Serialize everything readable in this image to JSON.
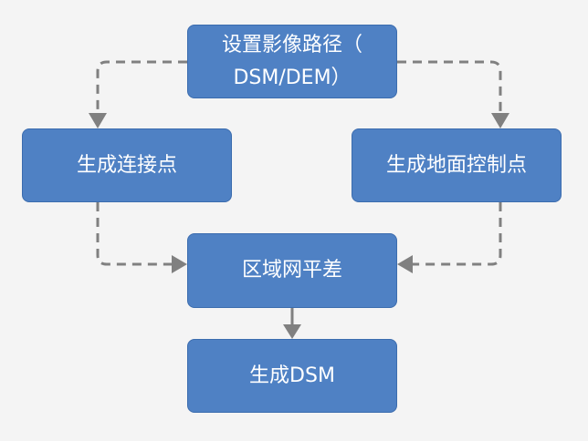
{
  "nodes": {
    "set_path": {
      "lines": [
        "设置影像路径（",
        "DSM/DEM）"
      ]
    },
    "tie_points": {
      "label": "生成连接点"
    },
    "gcp": {
      "label": "生成地面控制点"
    },
    "block_adjust": {
      "label": "区域网平差"
    },
    "dsm": {
      "label": "生成DSM"
    }
  },
  "colors": {
    "background": "#f4f4f4",
    "node_fill": "#4f81c4",
    "node_border": "#3b6cae",
    "node_text": "#ffffff",
    "connector": "#808080"
  }
}
